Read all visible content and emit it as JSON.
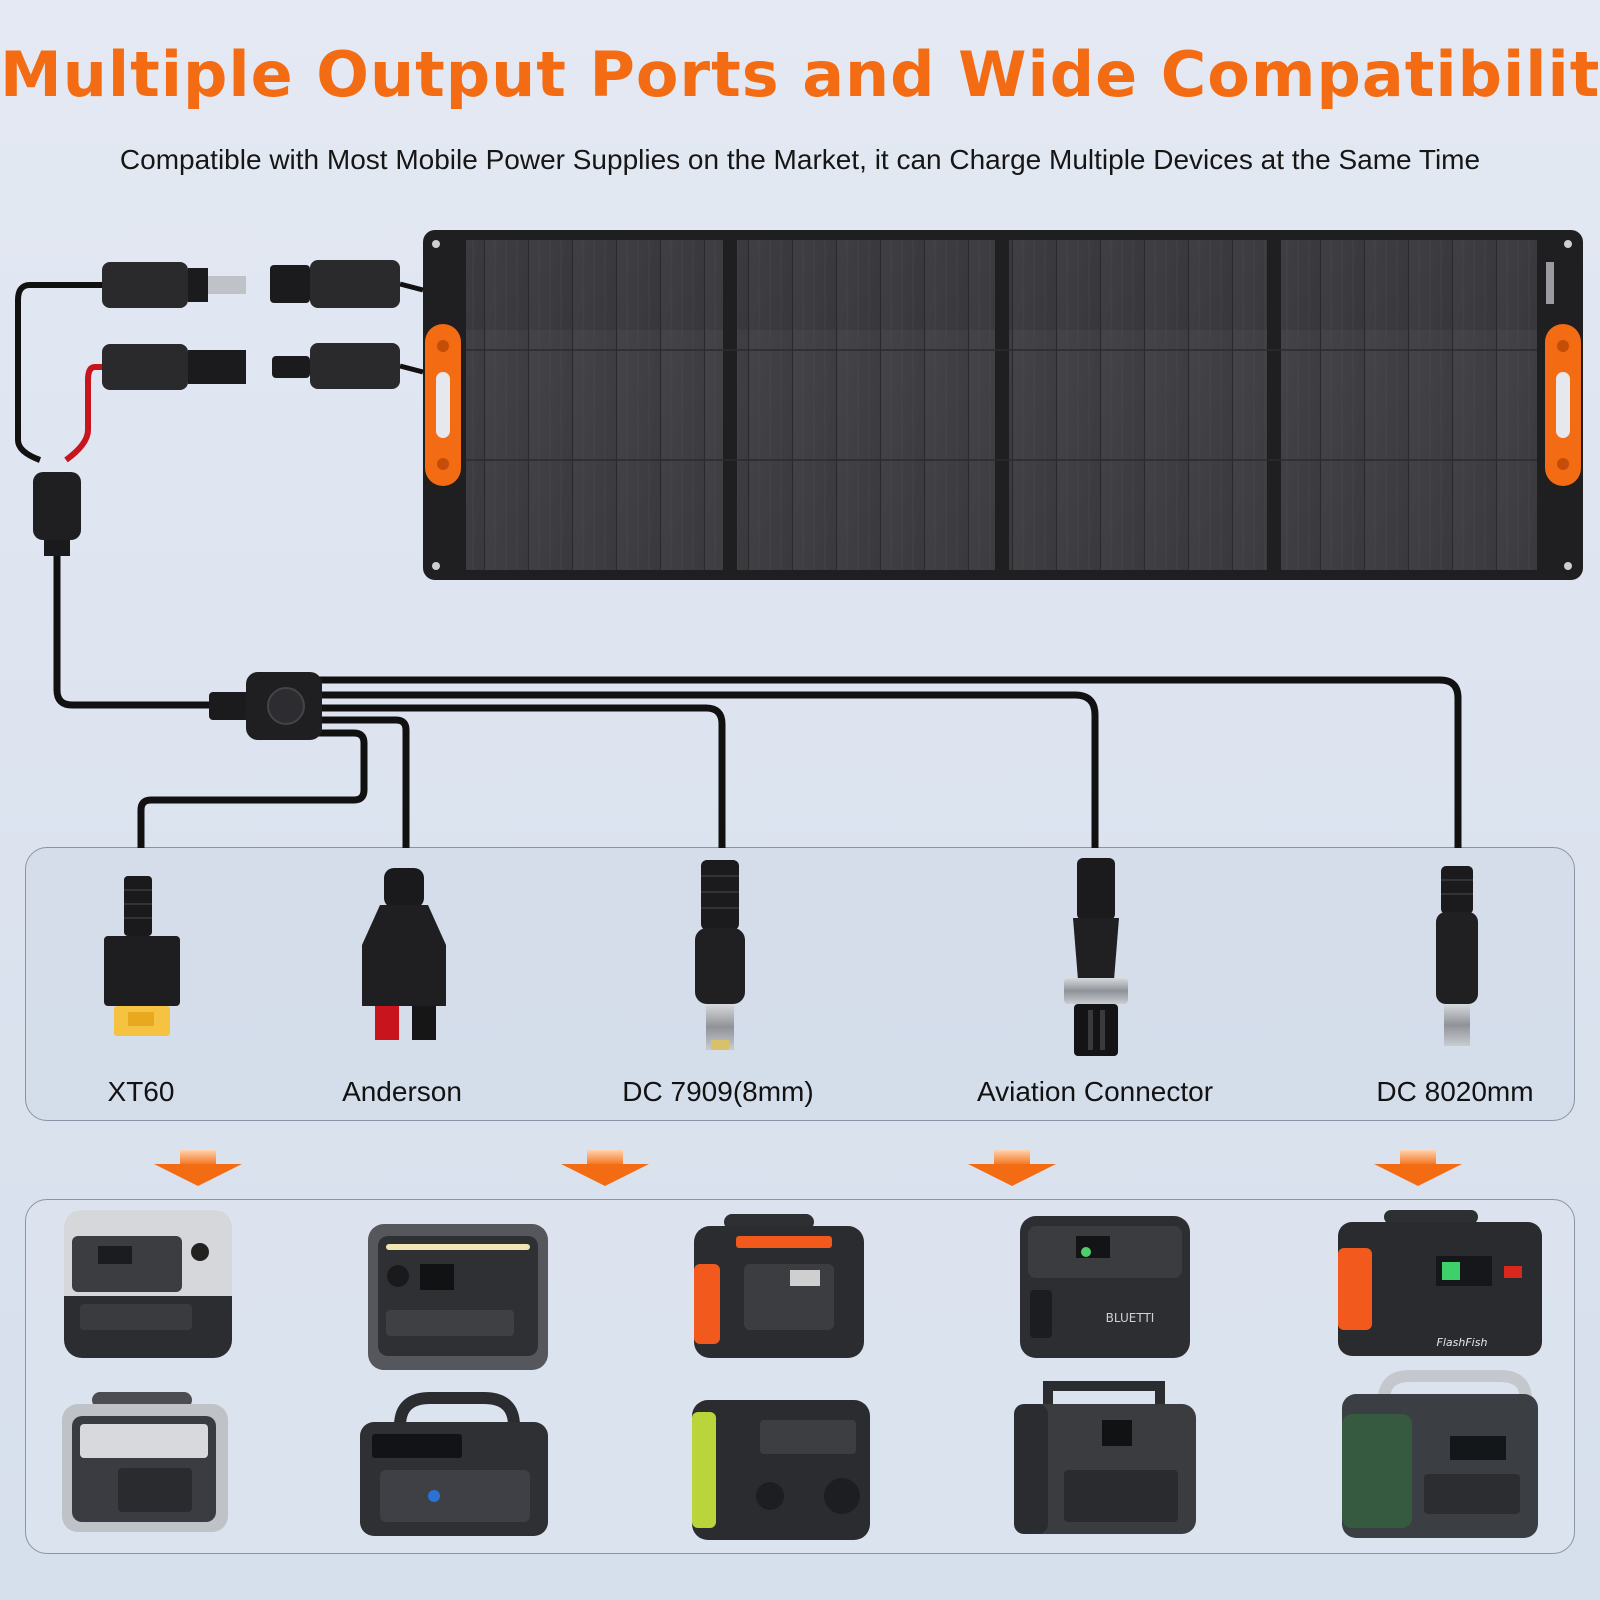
{
  "header": {
    "title": "Multiple Output Ports and Wide Compatibility",
    "subtitle": "Compatible with Most Mobile Power Supplies on the Market, it can Charge Multiple Devices at the Same Time"
  },
  "connectors": [
    {
      "label": "XT60"
    },
    {
      "label": "Anderson"
    },
    {
      "label": "DC 7909(8mm)"
    },
    {
      "label": "Aviation Connector"
    },
    {
      "label": "DC 8020mm"
    }
  ],
  "devices": {
    "row1": [
      {
        "brand": ""
      },
      {
        "brand": ""
      },
      {
        "brand": ""
      },
      {
        "brand": "BLUETTI"
      },
      {
        "brand": "FlashFish"
      }
    ],
    "row2": [
      {
        "brand": ""
      },
      {
        "brand": ""
      },
      {
        "brand": ""
      },
      {
        "brand": ""
      },
      {
        "brand": ""
      }
    ]
  },
  "colors": {
    "accent": "#f36b12",
    "panel_cells": "#3b3a3d",
    "cable": "#111111",
    "cable_red": "#c8141c",
    "xt60_yellow": "#f5c242"
  }
}
